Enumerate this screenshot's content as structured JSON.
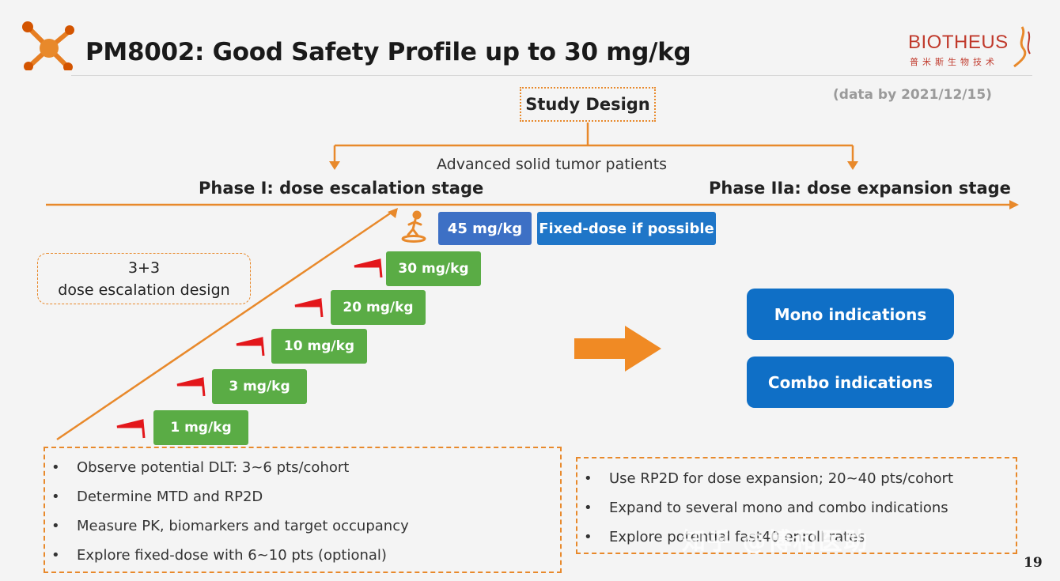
{
  "header": {
    "title": "PM8002: Good Safety Profile up to 30 mg/kg",
    "brand": "BIOTHEUS",
    "brand_sub": "普米斯生物技术",
    "data_date": "(data by 2021/12/15)"
  },
  "design": {
    "study_label": "Study Design",
    "patients": "Advanced solid tumor patients",
    "phase1": "Phase I: dose escalation stage",
    "phase2": "Phase IIa: dose expansion stage",
    "escalation_design": "3+3",
    "escalation_design_sub": "dose escalation design"
  },
  "doses": [
    "1 mg/kg",
    "3 mg/kg",
    "10 mg/kg",
    "20 mg/kg",
    "30 mg/kg"
  ],
  "top_dose": "45 mg/kg",
  "fixed_dose": "Fixed-dose if possible",
  "indications": {
    "mono": "Mono indications",
    "combo": "Combo indications"
  },
  "phase1_bullets": [
    "Observe potential DLT: 3~6 pts/cohort",
    "Determine MTD and RP2D",
    "Measure PK, biomarkers and target occupancy",
    "Explore fixed-dose with 6~10 pts (optional)"
  ],
  "phase2_bullets": [
    "Use RP2D for dose expansion; 20~40 pts/cohort",
    "Expand to several mono and combo indications",
    "Explore potential fast40 enroll rates"
  ],
  "watermark": "知乎 @博和医助",
  "page_number": "19",
  "colors": {
    "orange": "#e8892b",
    "green": "#5aac45",
    "blue": "#0f6fc6",
    "flag": "#e3171b"
  }
}
